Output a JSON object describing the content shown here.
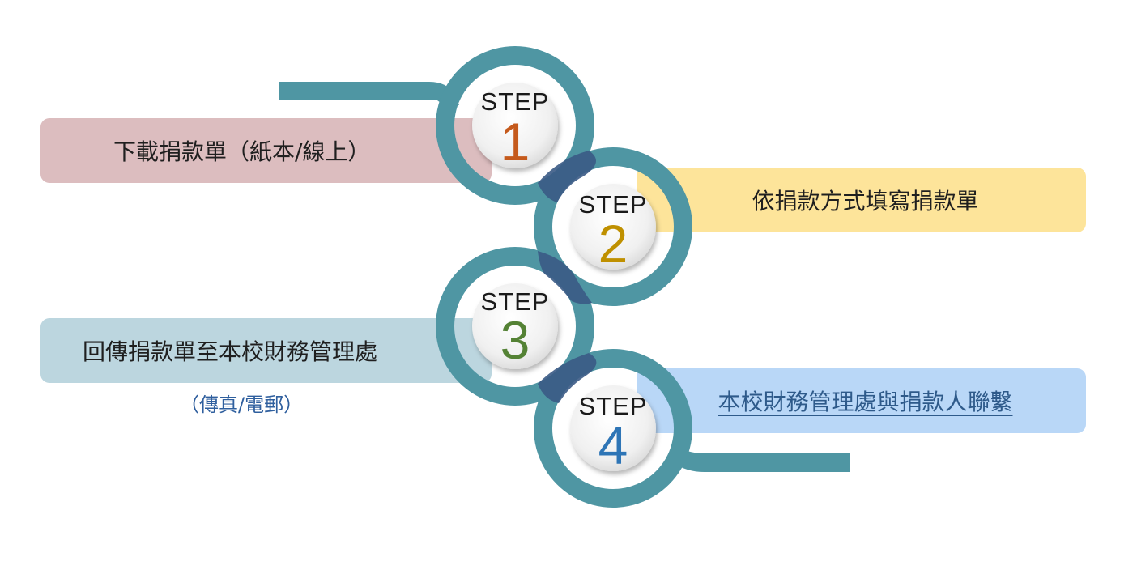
{
  "steps": [
    {
      "word": "STEP",
      "number": "1",
      "text": "下載捐款單（紙本/線上）",
      "box_color": "#dcbdbf",
      "number_color": "#c55a1c"
    },
    {
      "word": "STEP",
      "number": "2",
      "text": "依捐款方式填寫捐款單",
      "box_color": "#fde49a",
      "number_color": "#bf9000"
    },
    {
      "word": "STEP",
      "number": "3",
      "text": "回傳捐款單至本校財務管理處",
      "note": "（傳真/電郵）",
      "box_color": "#bcd6df",
      "number_color": "#548235"
    },
    {
      "word": "STEP",
      "number": "4",
      "text": "本校財務管理處與捐款人聯繫",
      "box_color": "#b9d7f7",
      "number_color": "#2e75b6"
    }
  ],
  "colors": {
    "ring": "#4f96a3",
    "ring_overlap": "#3a5a85",
    "badge_fill": "#eeeeee",
    "note_text": "#2f5f9e",
    "link_text": "#2e5a8a"
  }
}
